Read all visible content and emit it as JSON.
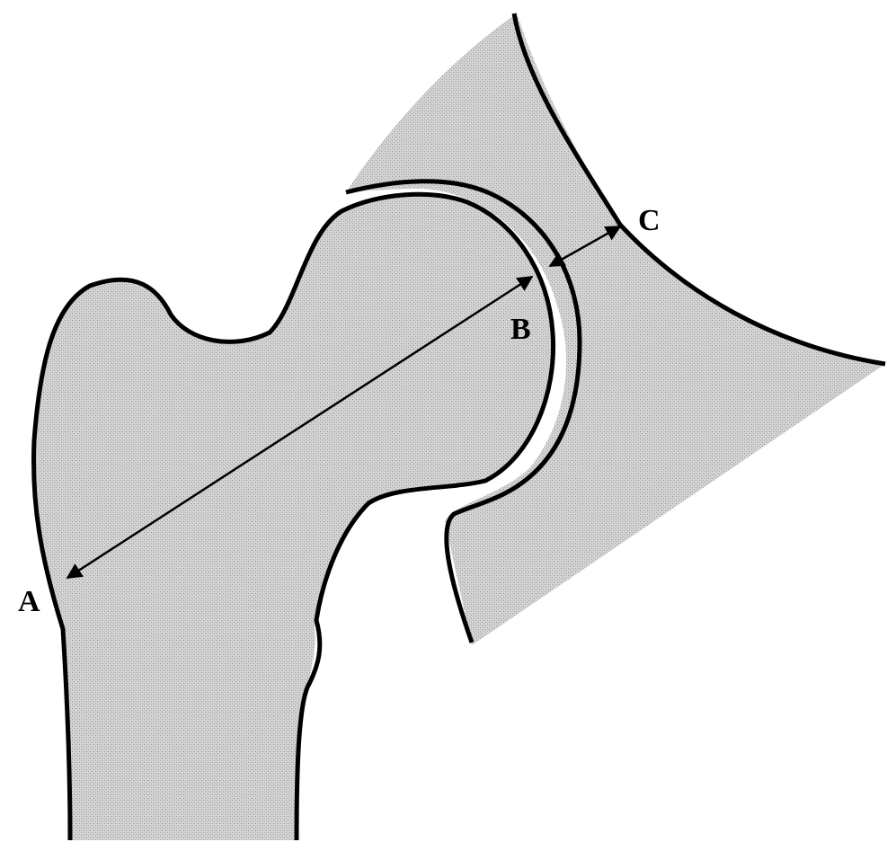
{
  "labels": {
    "a": "A",
    "b": "B",
    "c": "C"
  },
  "colors": {
    "fill": "#c9c9c9",
    "outline": "#000000",
    "background": "#ffffff"
  }
}
